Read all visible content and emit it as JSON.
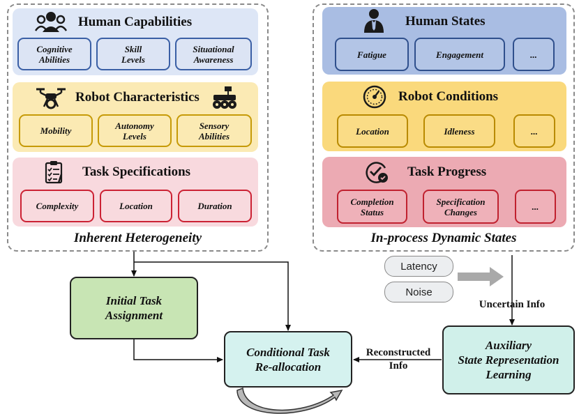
{
  "left": {
    "label": "Inherent Heterogeneity",
    "human": {
      "title": "Human Capabilities",
      "icon": "group-people-icon",
      "items": [
        "Cognitive\nAbilities",
        "Skill\nLevels",
        "Situational\nAwareness"
      ]
    },
    "robot": {
      "title": "Robot Characteristics",
      "icon": "drone-icon",
      "icon2": "rover-icon",
      "items": [
        "Mobility",
        "Autonomy\nLevels",
        "Sensory\nAbilities"
      ]
    },
    "task": {
      "title": "Task Specifications",
      "icon": "checklist-icon",
      "items": [
        "Complexity",
        "Location",
        "Duration"
      ]
    }
  },
  "right": {
    "label": "In-process Dynamic States",
    "human": {
      "title": "Human States",
      "icon": "person-icon",
      "items": [
        "Fatigue",
        "Engagement",
        "..."
      ]
    },
    "robot": {
      "title": "Robot Conditions",
      "icon": "gauge-icon",
      "items": [
        "Location",
        "Idleness",
        "..."
      ]
    },
    "task": {
      "title": "Task Progress",
      "icon": "progress-check-icon",
      "items": [
        "Completion\nStatus",
        "Specification\nChanges",
        "..."
      ]
    }
  },
  "flow": {
    "latency": "Latency",
    "noise": "Noise",
    "uncertain": "Uncertain Info",
    "reconstructed": "Reconstructed\nInfo",
    "initial": "Initial Task\nAssignment",
    "conditional": "Conditional Task\nRe-allocation",
    "auxiliary": "Auxiliary\nState Representation\nLearning"
  }
}
